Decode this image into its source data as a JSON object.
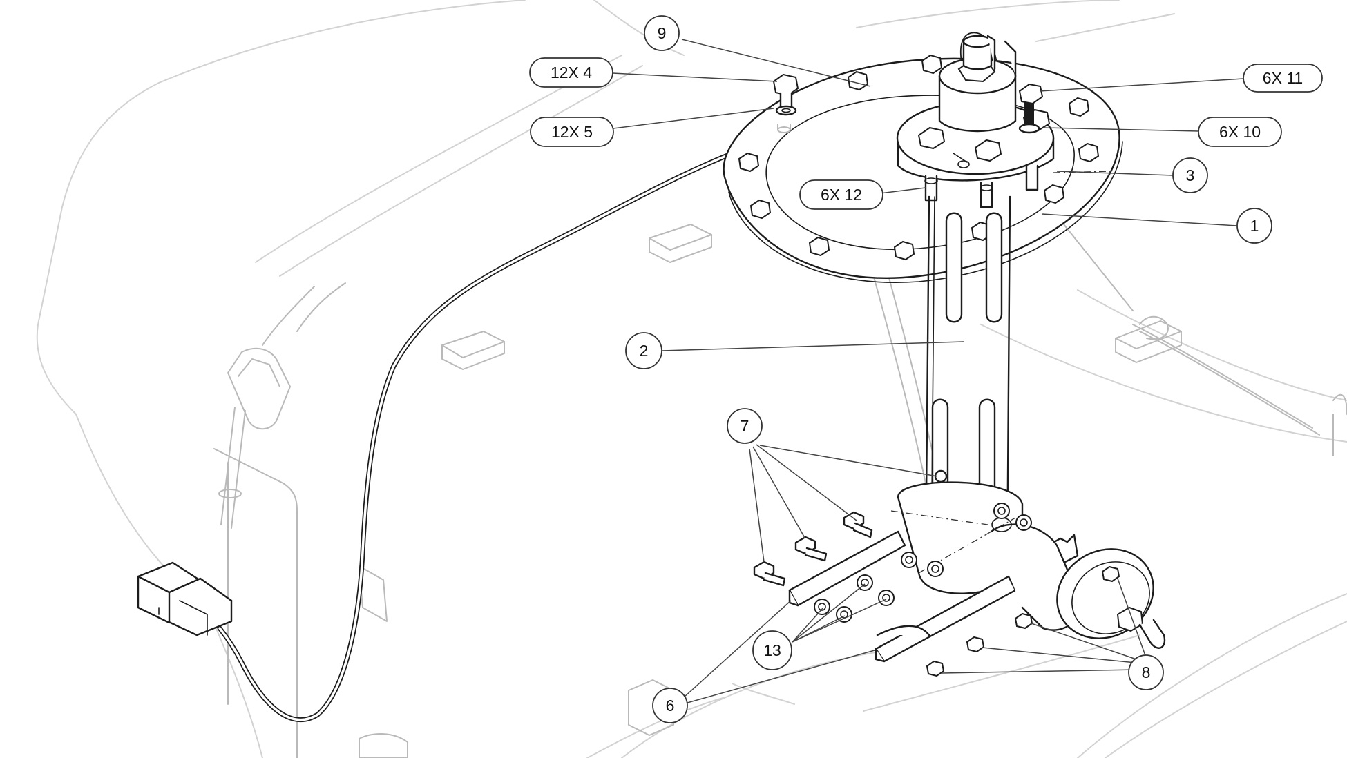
{
  "callouts": [
    {
      "id": "9",
      "label": "9",
      "shape": "circle"
    },
    {
      "id": "12x4",
      "label": "12X 4",
      "shape": "pill"
    },
    {
      "id": "12x5",
      "label": "12X 5",
      "shape": "pill"
    },
    {
      "id": "6x11",
      "label": "6X 11",
      "shape": "pill"
    },
    {
      "id": "6x10",
      "label": "6X 10",
      "shape": "pill"
    },
    {
      "id": "3",
      "label": "3",
      "shape": "circle"
    },
    {
      "id": "6x12",
      "label": "6X 12",
      "shape": "pill"
    },
    {
      "id": "1",
      "label": "1",
      "shape": "circle"
    },
    {
      "id": "2",
      "label": "2",
      "shape": "circle"
    },
    {
      "id": "7",
      "label": "7",
      "shape": "circle"
    },
    {
      "id": "13",
      "label": "13",
      "shape": "circle"
    },
    {
      "id": "8",
      "label": "8",
      "shape": "circle"
    },
    {
      "id": "6",
      "label": "6",
      "shape": "circle"
    }
  ],
  "colors": {
    "line": "#1c1c1c",
    "ghost": "#d2d2d2",
    "leader": "#444444",
    "background": "#ffffff"
  }
}
